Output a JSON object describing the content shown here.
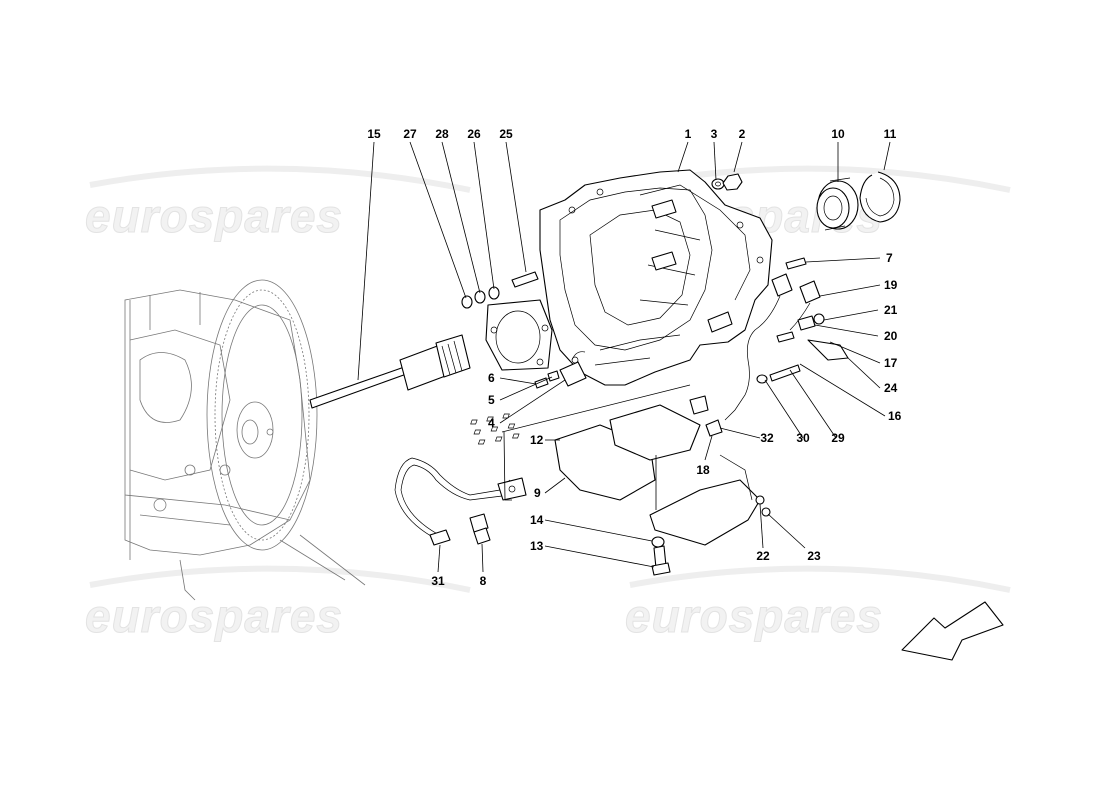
{
  "watermark": {
    "text": "eurospares"
  },
  "callouts": [
    {
      "id": "15",
      "label": "15"
    },
    {
      "id": "27",
      "label": "27"
    },
    {
      "id": "28",
      "label": "28"
    },
    {
      "id": "26",
      "label": "26"
    },
    {
      "id": "25",
      "label": "25"
    },
    {
      "id": "1",
      "label": "1"
    },
    {
      "id": "3",
      "label": "3"
    },
    {
      "id": "2",
      "label": "2"
    },
    {
      "id": "10",
      "label": "10"
    },
    {
      "id": "11",
      "label": "11"
    },
    {
      "id": "7",
      "label": "7"
    },
    {
      "id": "19",
      "label": "19"
    },
    {
      "id": "21",
      "label": "21"
    },
    {
      "id": "20",
      "label": "20"
    },
    {
      "id": "17",
      "label": "17"
    },
    {
      "id": "24",
      "label": "24"
    },
    {
      "id": "16",
      "label": "16"
    },
    {
      "id": "6",
      "label": "6"
    },
    {
      "id": "5",
      "label": "5"
    },
    {
      "id": "4",
      "label": "4"
    },
    {
      "id": "12",
      "label": "12"
    },
    {
      "id": "9",
      "label": "9"
    },
    {
      "id": "14",
      "label": "14"
    },
    {
      "id": "13",
      "label": "13"
    },
    {
      "id": "31",
      "label": "31"
    },
    {
      "id": "8",
      "label": "8"
    },
    {
      "id": "32",
      "label": "32"
    },
    {
      "id": "30",
      "label": "30"
    },
    {
      "id": "29",
      "label": "29"
    },
    {
      "id": "18",
      "label": "18"
    },
    {
      "id": "22",
      "label": "22"
    },
    {
      "id": "23",
      "label": "23"
    }
  ]
}
